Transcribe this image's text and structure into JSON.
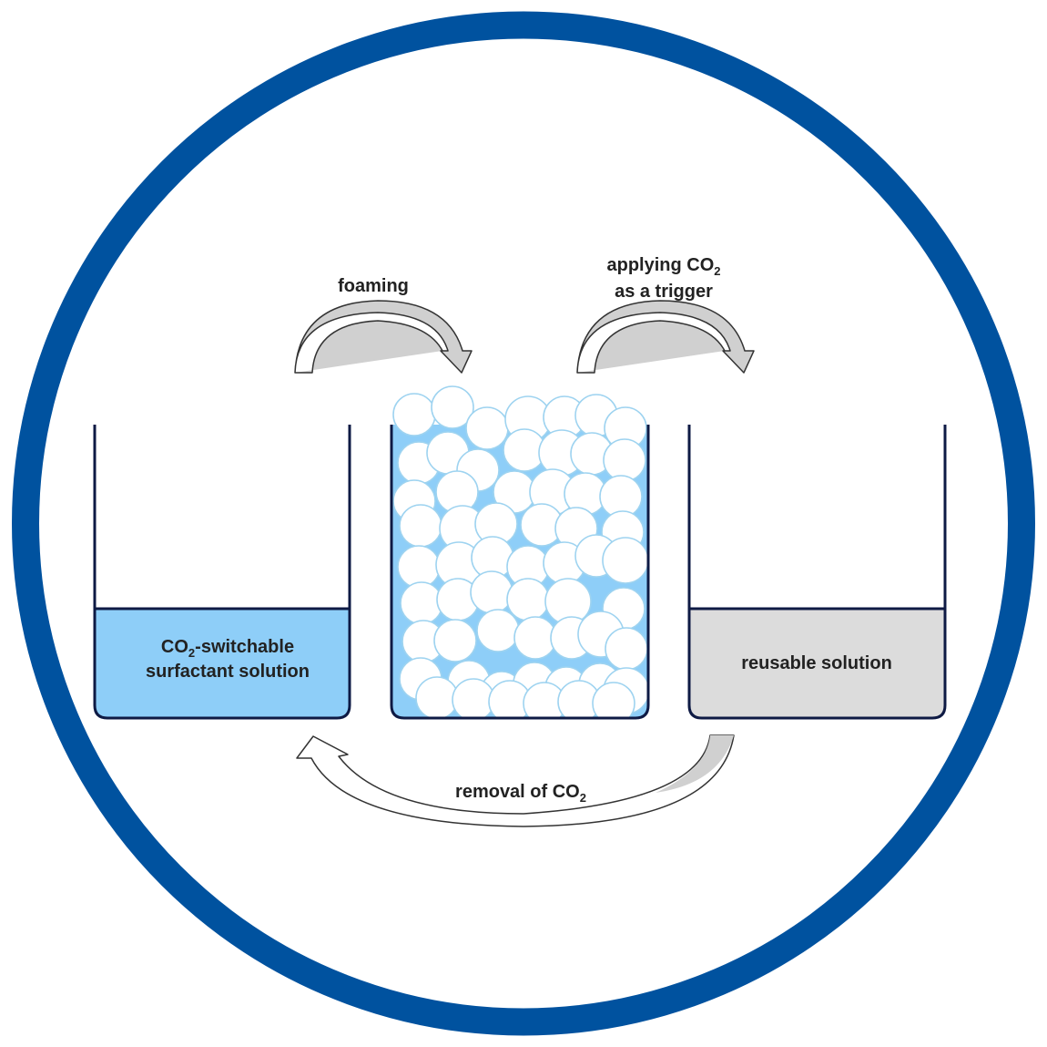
{
  "labels": {
    "foaming": "foaming",
    "applying_line1_main": "applying CO",
    "applying_line1_sub": "2",
    "applying_line2": "as a trigger",
    "removal_main": "removal of CO",
    "removal_sub": "2",
    "left_line1_main": "CO",
    "left_line1_sub": "2",
    "left_line1_rest": "-switchable",
    "left_line2": "surfactant solution",
    "right_label": "reusable solution"
  },
  "colors": {
    "ring": "#00529F",
    "beaker_outline": "#0E1A44",
    "surfactant_solution": "#8ECEF8",
    "reusable_solution": "#DCDCDC",
    "foam_liquid": "#8ECEF8",
    "bubble_fill": "#FFFFFF",
    "bubble_stroke": "#9ED3F0",
    "arrow_fill": "#D0D0D0",
    "arrow_stroke": "#333333"
  },
  "icons": {
    "ring": "circle-frame",
    "arrows": "curved-arrow",
    "bubbles": "foam-bubble"
  }
}
